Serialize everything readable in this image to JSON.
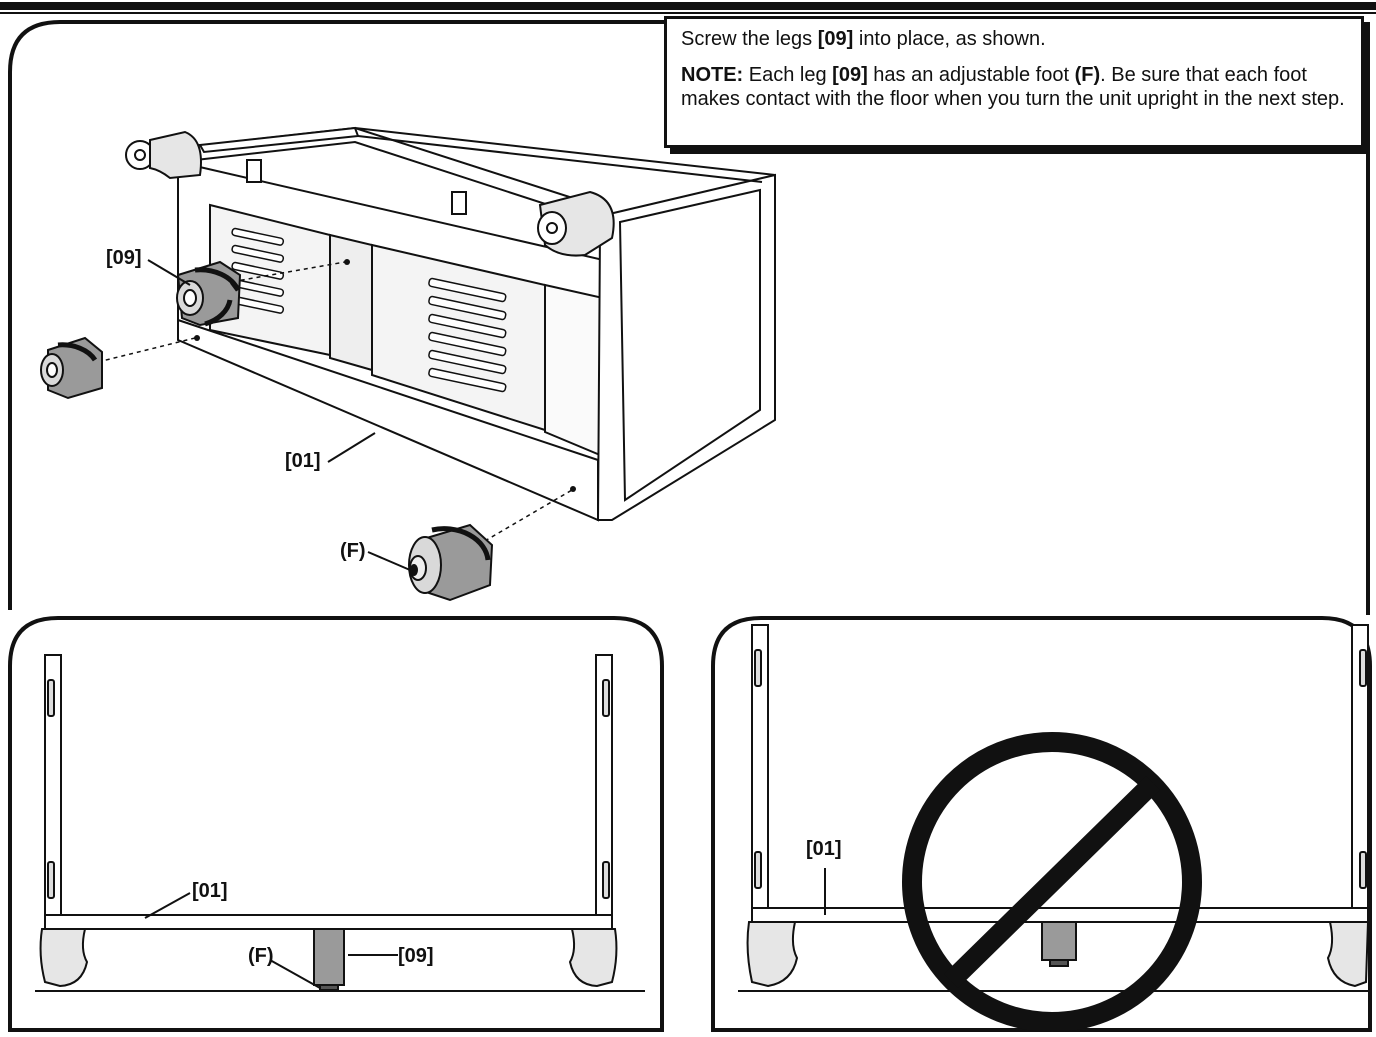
{
  "instructions": {
    "line1": {
      "before": "Screw the legs ",
      "ref": "[09]",
      "after": " into place, as shown."
    },
    "note": {
      "prefix": "NOTE:",
      "t1": " Each leg ",
      "ref1": "[09]",
      "t2": " has an adjustable foot ",
      "ref2": "(F)",
      "t3": ". Be sure that each foot makes contact with the floor when you turn the unit upright in the next step."
    }
  },
  "main_view": {
    "label_leg": "[09]",
    "label_frame": "[01]",
    "label_foot": "(F)"
  },
  "correct_view": {
    "label_frame": "[01]",
    "label_foot": "(F)",
    "label_leg": "[09]"
  },
  "incorrect_view": {
    "label_frame": "[01]",
    "symbol": "prohibited-symbol"
  },
  "colors": {
    "ink": "#111111",
    "leg_gray": "#9a9a9a",
    "panel_gray": "#e6e6e6"
  }
}
